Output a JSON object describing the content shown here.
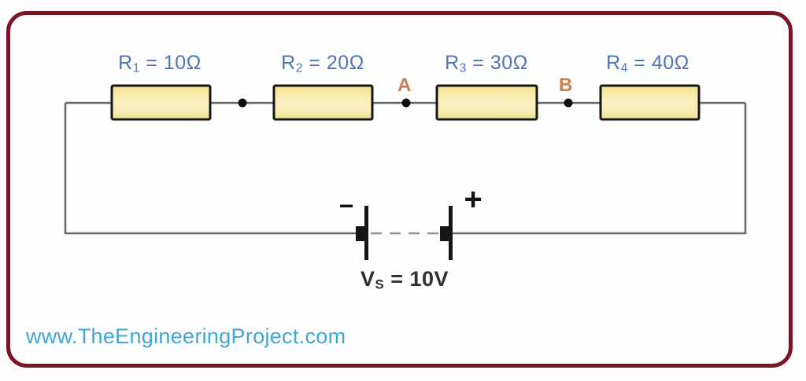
{
  "circuit": {
    "resistors": [
      {
        "symbol": "R",
        "sub": "1",
        "value": " = 10Ω"
      },
      {
        "symbol": "R",
        "sub": "2",
        "value": " = 20Ω"
      },
      {
        "symbol": "R",
        "sub": "3",
        "value": " = 30Ω"
      },
      {
        "symbol": "R",
        "sub": "4",
        "value": " = 40Ω"
      }
    ],
    "node_labels": {
      "a": "A",
      "b": "B"
    },
    "voltage_source": {
      "symbol": "V",
      "sub": "S",
      "value": " = 10V",
      "minus_sign": "−",
      "plus_sign": "+"
    }
  },
  "watermark": "www.TheEngineeringProject.com",
  "colors": {
    "frame_border": "#7a1426",
    "label_blue": "#4d74bd",
    "node_orange": "#c8804f",
    "watermark_blue": "#3ea7da",
    "wire_gray": "#6b6b6b",
    "resistor_fill": "#f8eba6"
  }
}
